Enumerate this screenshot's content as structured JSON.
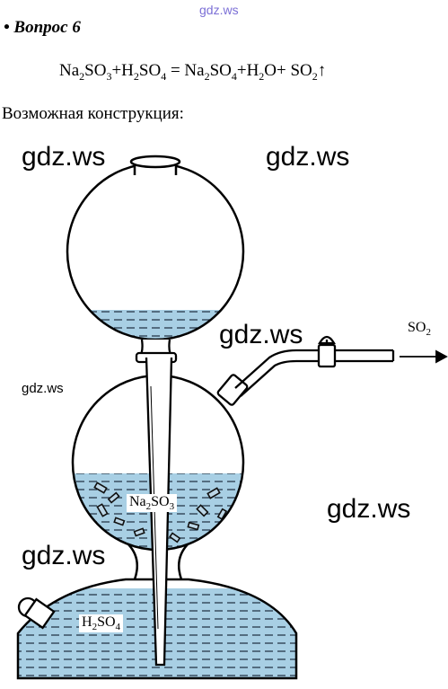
{
  "watermark_top": "gdz.ws",
  "question_title": "• Вопрос 6",
  "equation": {
    "lhs": [
      "Na",
      "2",
      "SO",
      "3",
      "+H",
      "2",
      "SO",
      "4"
    ],
    "rhs": [
      "Na",
      "2",
      "SO",
      "4",
      "+H",
      "2",
      "O+ SO",
      "2"
    ],
    "equals": " = ",
    "arrow": "↑"
  },
  "caption": "Возможная конструкция:",
  "watermarks": [
    "gdz.ws",
    "gdz.ws",
    "gdz.ws",
    "gdz.ws",
    "gdz.ws",
    "gdz.ws"
  ],
  "labels": {
    "gas_out": [
      "SO",
      "2"
    ],
    "solid": [
      "Na",
      "2",
      "SO",
      "3"
    ],
    "acid": [
      "H",
      "2",
      "SO",
      "4"
    ]
  },
  "colors": {
    "liquid": "#a8cfe4",
    "watermark_top": "#7b6fd6"
  }
}
